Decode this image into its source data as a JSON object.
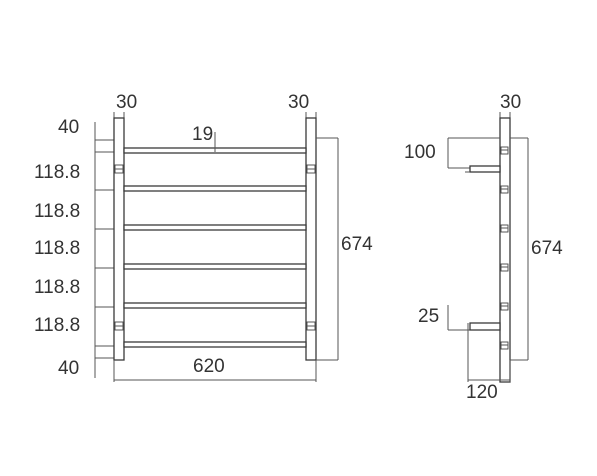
{
  "front_view": {
    "top_dimension_left": "30",
    "top_dimension_right": "30",
    "bar_diameter": "19",
    "overall_width": "620",
    "overall_height": "674",
    "left_dimensions": [
      "40",
      "118.8",
      "118.8",
      "118.8",
      "118.8",
      "118.8",
      "40"
    ]
  },
  "side_view": {
    "top_dimension": "30",
    "top_offset": "100",
    "bottom_offset": "25",
    "depth": "120",
    "overall_height": "674"
  }
}
